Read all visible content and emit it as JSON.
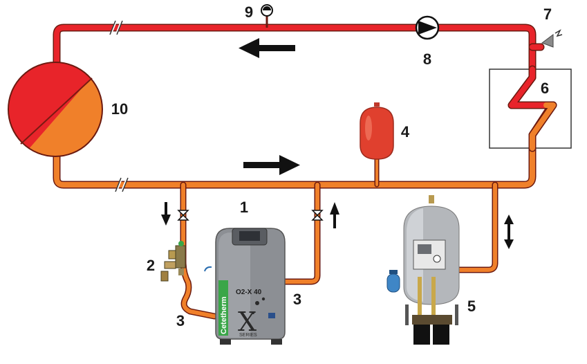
{
  "labels": {
    "deaerator": "1",
    "fill_valve_assembly": "2",
    "connection_left": "3",
    "connection_right": "3",
    "expansion_vessel": "4",
    "pressure_maintenance_unit": "5",
    "heat_exchanger": "6",
    "safety_valve": "7",
    "pump": "8",
    "pressure_gauge": "9",
    "buffer_tank": "10"
  },
  "device": {
    "brand": "Cetetherm",
    "model": "O2-X 40",
    "series_mark": "X",
    "series_word": "SERIES"
  },
  "colors": {
    "supply_hot": "#e8242a",
    "return_warm": "#f0802a",
    "device_body": "#8c8f94",
    "brand_green": "#3aa648"
  },
  "icons": [
    "flow-arrow-left",
    "flow-arrow-right",
    "arrow-down",
    "arrow-up",
    "double-arrow-vertical",
    "pipe-break-mark",
    "valve-icon",
    "pump-icon",
    "gauge-icon",
    "safety-valve-icon"
  ]
}
